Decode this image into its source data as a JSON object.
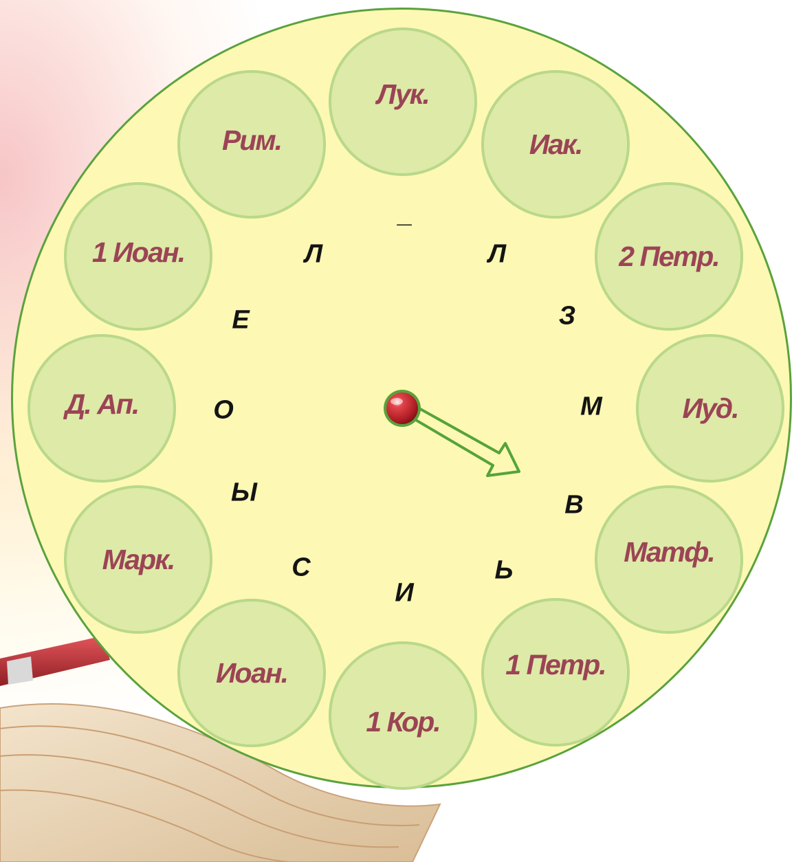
{
  "sectors": [
    {
      "label": "Лук."
    },
    {
      "label": "Иак."
    },
    {
      "label": "2  Петр."
    },
    {
      "label": "Иуд."
    },
    {
      "label": "Матф."
    },
    {
      "label": "1  Петр."
    },
    {
      "label": "1  Кор."
    },
    {
      "label": "Иоан."
    },
    {
      "label": "Марк."
    },
    {
      "label": "Д.  Ап."
    },
    {
      "label": "1  Иоан."
    },
    {
      "label": "Рим."
    }
  ],
  "letters": [
    "_",
    "Л",
    "З",
    "М",
    "В",
    "Ь",
    "И",
    "С",
    "Ы",
    "О",
    "Е",
    "Л"
  ],
  "colors": {
    "wheel_fill": "#fdf8b4",
    "wheel_border": "#5aa23c",
    "sector_fill": "#deeaa8",
    "sector_border": "#b9d88a",
    "sector_text": "#9b4456",
    "letter_text": "#141414",
    "pointer_fill": "#fdf8b4",
    "pointer_border": "#55a33a",
    "knob": "#c0272d"
  },
  "icons": {
    "background_book": "open-book-icon",
    "background_pen": "pen-icon",
    "pointer": "arrow-pointer-icon",
    "knob": "red-ball-icon"
  }
}
